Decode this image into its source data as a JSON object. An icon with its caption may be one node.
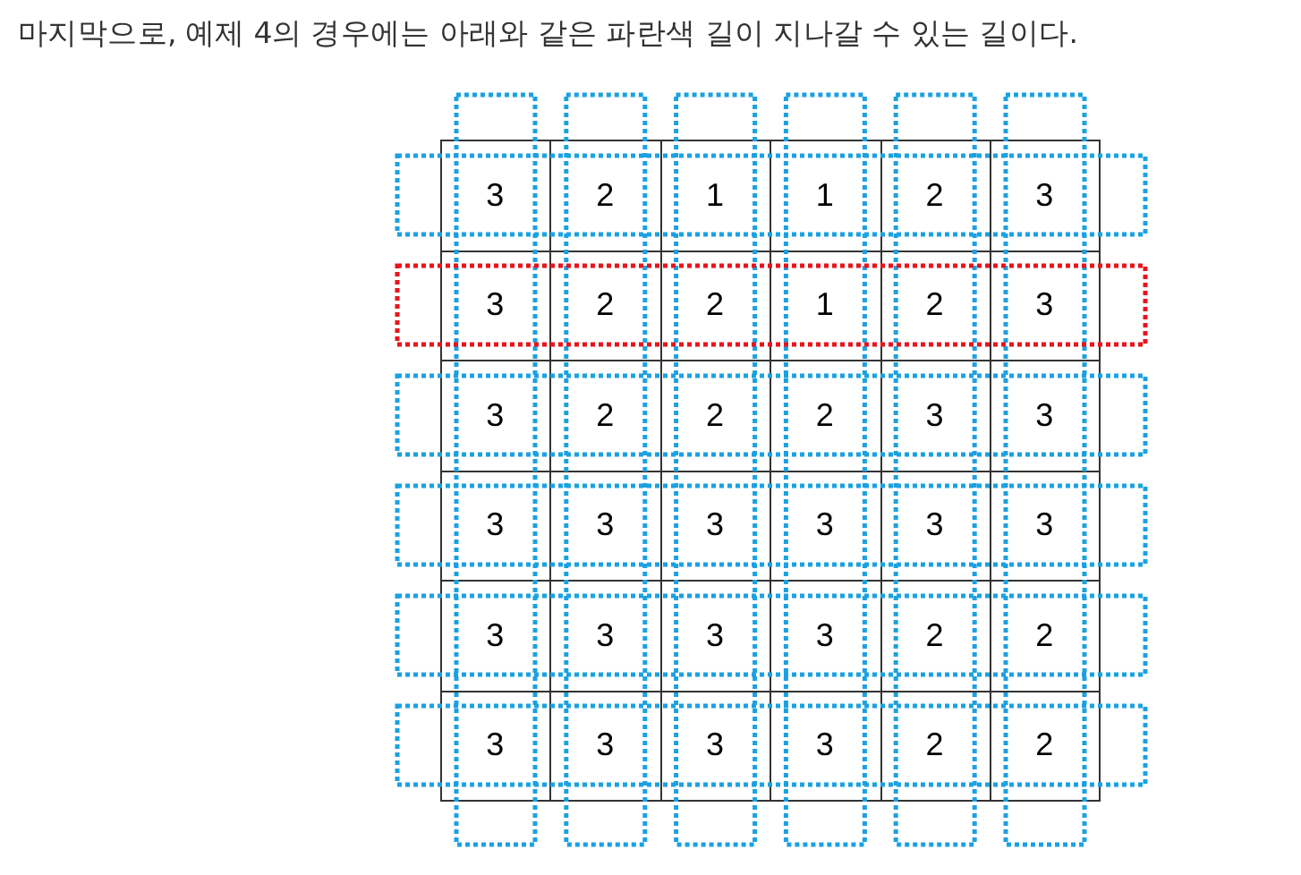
{
  "diagram": {
    "title": "마지막으로, 예제 4의 경우에는 아래와 같은 파란색 길이 지나갈 수 있는 길이다.",
    "labels": [
      "3",
      "2",
      "1",
      "1",
      "2",
      "3",
      "3",
      "2",
      "2",
      "1",
      "2",
      "3",
      "3",
      "2",
      "2",
      "2",
      "3",
      "3",
      "3",
      "3",
      "3",
      "3",
      "3",
      "3",
      "3",
      "3",
      "3",
      "3",
      "2",
      "2",
      "3",
      "3",
      "3",
      "3",
      "2",
      "2"
    ]
  }
}
